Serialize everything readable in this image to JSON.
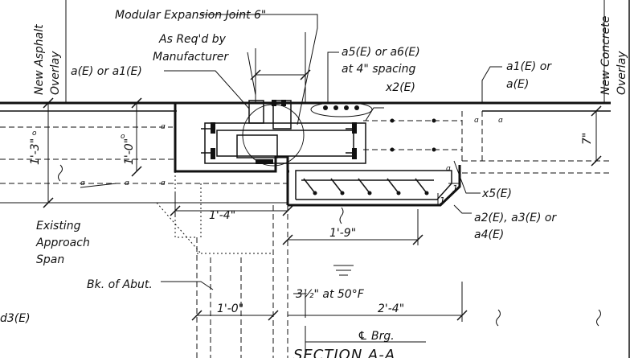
{
  "drawing": {
    "labels": {
      "modular_joint": "Modular Expansion Joint 6\"",
      "as_reqd_line1": "As Req'd by",
      "as_reqd_line2": "Manufacturer",
      "new_asphalt_line1": "New Asphalt",
      "new_asphalt_line2": "Overlay",
      "new_concrete_line1": "New Concrete",
      "new_concrete_line2": "Overlay",
      "a_left": "a(E) or a1(E)",
      "a5_line1": "a5(E) or a6(E)",
      "a5_line2": "at 4\" spacing",
      "a1_right_line1": "a1(E) or",
      "a1_right_line2": "a(E)",
      "x2": "x2(E)",
      "x5": "x5(E)",
      "a2_line1": "a2(E), a3(E) or",
      "a2_line2": "a4(E)",
      "existing_line1": "Existing",
      "existing_line2": "Approach",
      "existing_line3": "Span",
      "bk_abut": "Bk. of Abut.",
      "d3": "d3(E)",
      "temp": "3½\" at 50°F",
      "brg": "℄ Brg.",
      "section": "SECTION A-A"
    },
    "dimensions": {
      "d_1_3": "1'-3\"",
      "d_1_0_vert": "1'-0\"",
      "d_1_4": "1'-4\"",
      "d_1_9": "1'-9\"",
      "d_1_0_horiz": "1'-0\"",
      "d_2_4": "2'-4\"",
      "d_7": "7\"",
      "slope_1a": "1",
      "slope_1b": "1"
    }
  }
}
